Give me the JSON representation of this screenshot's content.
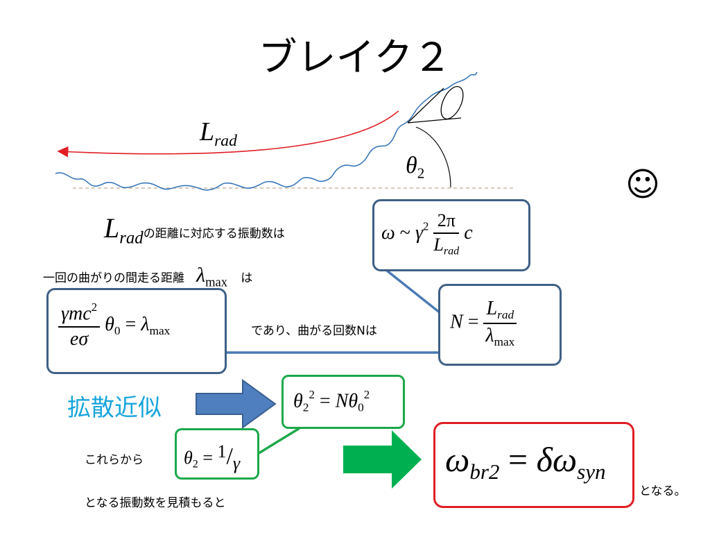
{
  "slide": {
    "title": "ブレイク２",
    "labels": {
      "lrad_symbol": "L",
      "lrad_sub": "rad",
      "theta2_symbol": "θ",
      "theta2_sub": "2",
      "smiley": "☺"
    },
    "text": {
      "line1_suffix": "の距離に対応する振動数は",
      "line2": "一回の曲がりの間走る距離",
      "line2_tail": "は",
      "line3": "であり、曲がる回数Nは",
      "diffusion": "拡散近似",
      "korera": "これらから",
      "bottom": "となる振動数を見積もると",
      "naru": "となる。"
    },
    "equations": {
      "omega_sym": "ω",
      "tilde": "~",
      "gamma": "γ",
      "sq": "2",
      "two_pi": "2π",
      "c": "c",
      "L": "L",
      "rad": "rad",
      "lambda": "λ",
      "max": "max",
      "gmc": "γmc",
      "esigma": "eσ",
      "theta": "θ",
      "zero": "0",
      "equals": "=",
      "N": "N",
      "two": "2",
      "one": "1",
      "br2": "br2",
      "delta": "δ",
      "syn": "syn"
    }
  }
}
